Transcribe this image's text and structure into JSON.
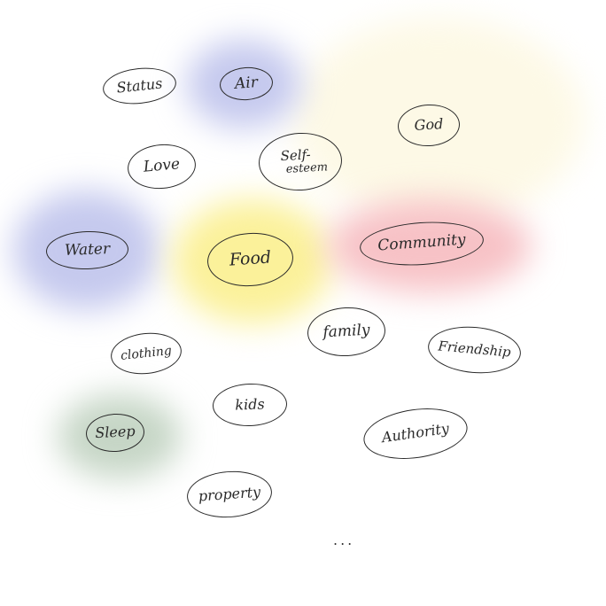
{
  "colors": {
    "ink": "#2a2a2a",
    "blue_wash": "#c5c9ee",
    "yellow_wash": "#fbf19a",
    "red_wash": "#f7c2c6",
    "green_wash": "#c6d6c6",
    "cream_wash": "#fdf9e6"
  },
  "nodes": {
    "status": "Status",
    "air": "Air",
    "god": "God",
    "love": "Love",
    "self_esteem_1": "Self-",
    "self_esteem_2": "esteem",
    "water": "Water",
    "food": "Food",
    "community": "Community",
    "family": "family",
    "clothing": "clothing",
    "friendship": "Friendship",
    "kids": "kids",
    "sleep": "Sleep",
    "authority": "Authority",
    "property": "property"
  },
  "ellipsis": "..."
}
